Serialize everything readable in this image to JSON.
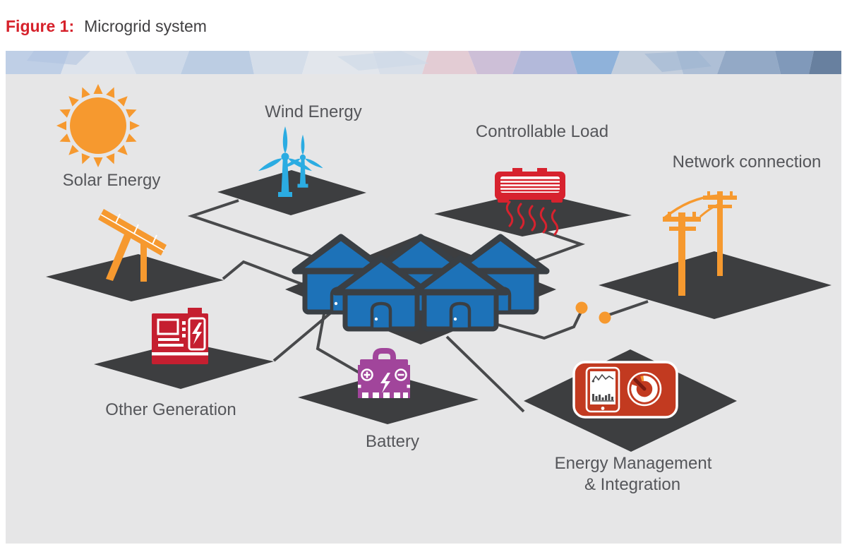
{
  "figure": {
    "label": "Figure 1:",
    "title": "Microgrid system"
  },
  "nodes": {
    "solar_energy": {
      "label": "Solar Energy",
      "icon": "sun-icon / solar-panel-icon"
    },
    "wind_energy": {
      "label": "Wind Energy",
      "icon": "wind-turbines-icon"
    },
    "controllable_load": {
      "label": "Controllable Load",
      "icon": "air-conditioner-icon"
    },
    "network_connection": {
      "label": "Network connection",
      "icon": "power-poles-icon"
    },
    "other_generation": {
      "label": "Other Generation",
      "icon": "generator-icon"
    },
    "battery": {
      "label": "Battery",
      "icon": "battery-icon"
    },
    "energy_management": {
      "label_line1": "Energy Management",
      "label_line2": "& Integration",
      "icon": "tablet-and-gauge-icon"
    },
    "houses": {
      "icon": "houses-icon",
      "count": 5
    }
  },
  "connections": [
    "wind-to-houses",
    "solar-to-houses",
    "generator-to-houses",
    "battery-to-houses",
    "load-to-houses",
    "houses-to-ems",
    "houses-to-switch-dot",
    "switch-dot-to-network"
  ],
  "colors": {
    "accent_red": "#d6212b",
    "orange": "#f6992f",
    "wind_cyan": "#2bace2",
    "house_blue": "#1d72b8",
    "load_red": "#d7222e",
    "generator_crimson": "#c51f30",
    "battery_purple": "#a1459b",
    "ems_red": "#c23a20",
    "platform_dark": "#3d3e40",
    "line_dark": "#48494b",
    "panel_bg": "#e6e6e7",
    "label_text": "#55565a"
  }
}
